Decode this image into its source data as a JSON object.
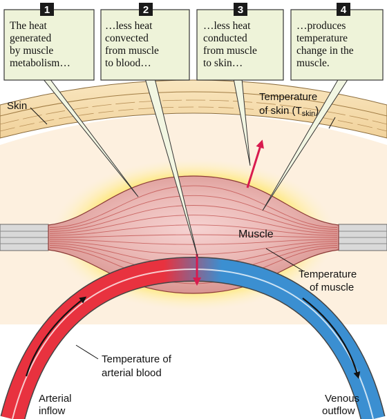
{
  "callouts": [
    {
      "number": "1",
      "lines": [
        "The heat",
        "generated",
        "by muscle",
        "metabolism…"
      ]
    },
    {
      "number": "2",
      "lines": [
        "…less heat",
        "convected",
        "from muscle",
        "to blood…"
      ]
    },
    {
      "number": "3",
      "lines": [
        "…less  heat",
        "conducted",
        "from muscle",
        "to skin…"
      ]
    },
    {
      "number": "4",
      "lines": [
        "…produces",
        "temperature",
        "change in the",
        "muscle."
      ]
    }
  ],
  "labels": {
    "skin": "Skin",
    "temp_skin_line1": "Temperature",
    "temp_skin_line2_prefix": "of skin (T",
    "temp_skin_subscript": "skin",
    "temp_skin_line2_suffix": ")",
    "muscle": "Muscle",
    "temp_muscle_line1": "Temperature",
    "temp_muscle_line2": "of muscle",
    "temp_blood_line1": "Temperature of",
    "temp_blood_line2": "arterial blood",
    "arterial_line1": "Arterial",
    "arterial_line2": "inflow",
    "venous_line1": "Venous",
    "venous_line2": "outflow"
  },
  "colors": {
    "callout_fill": "#eef3d9",
    "callout_border": "#333333",
    "number_badge": "#1a1a1a",
    "skin_fill": "#f6dfb2",
    "tissue_bg": "#fdf0df",
    "muscle_fill": "#e9b2ae",
    "muscle_stripe": "#c0504d",
    "heat_glow": "#ffd51a",
    "artery": "#e8323f",
    "vein": "#3b8fd1",
    "heat_arrow": "#d81b4f"
  }
}
